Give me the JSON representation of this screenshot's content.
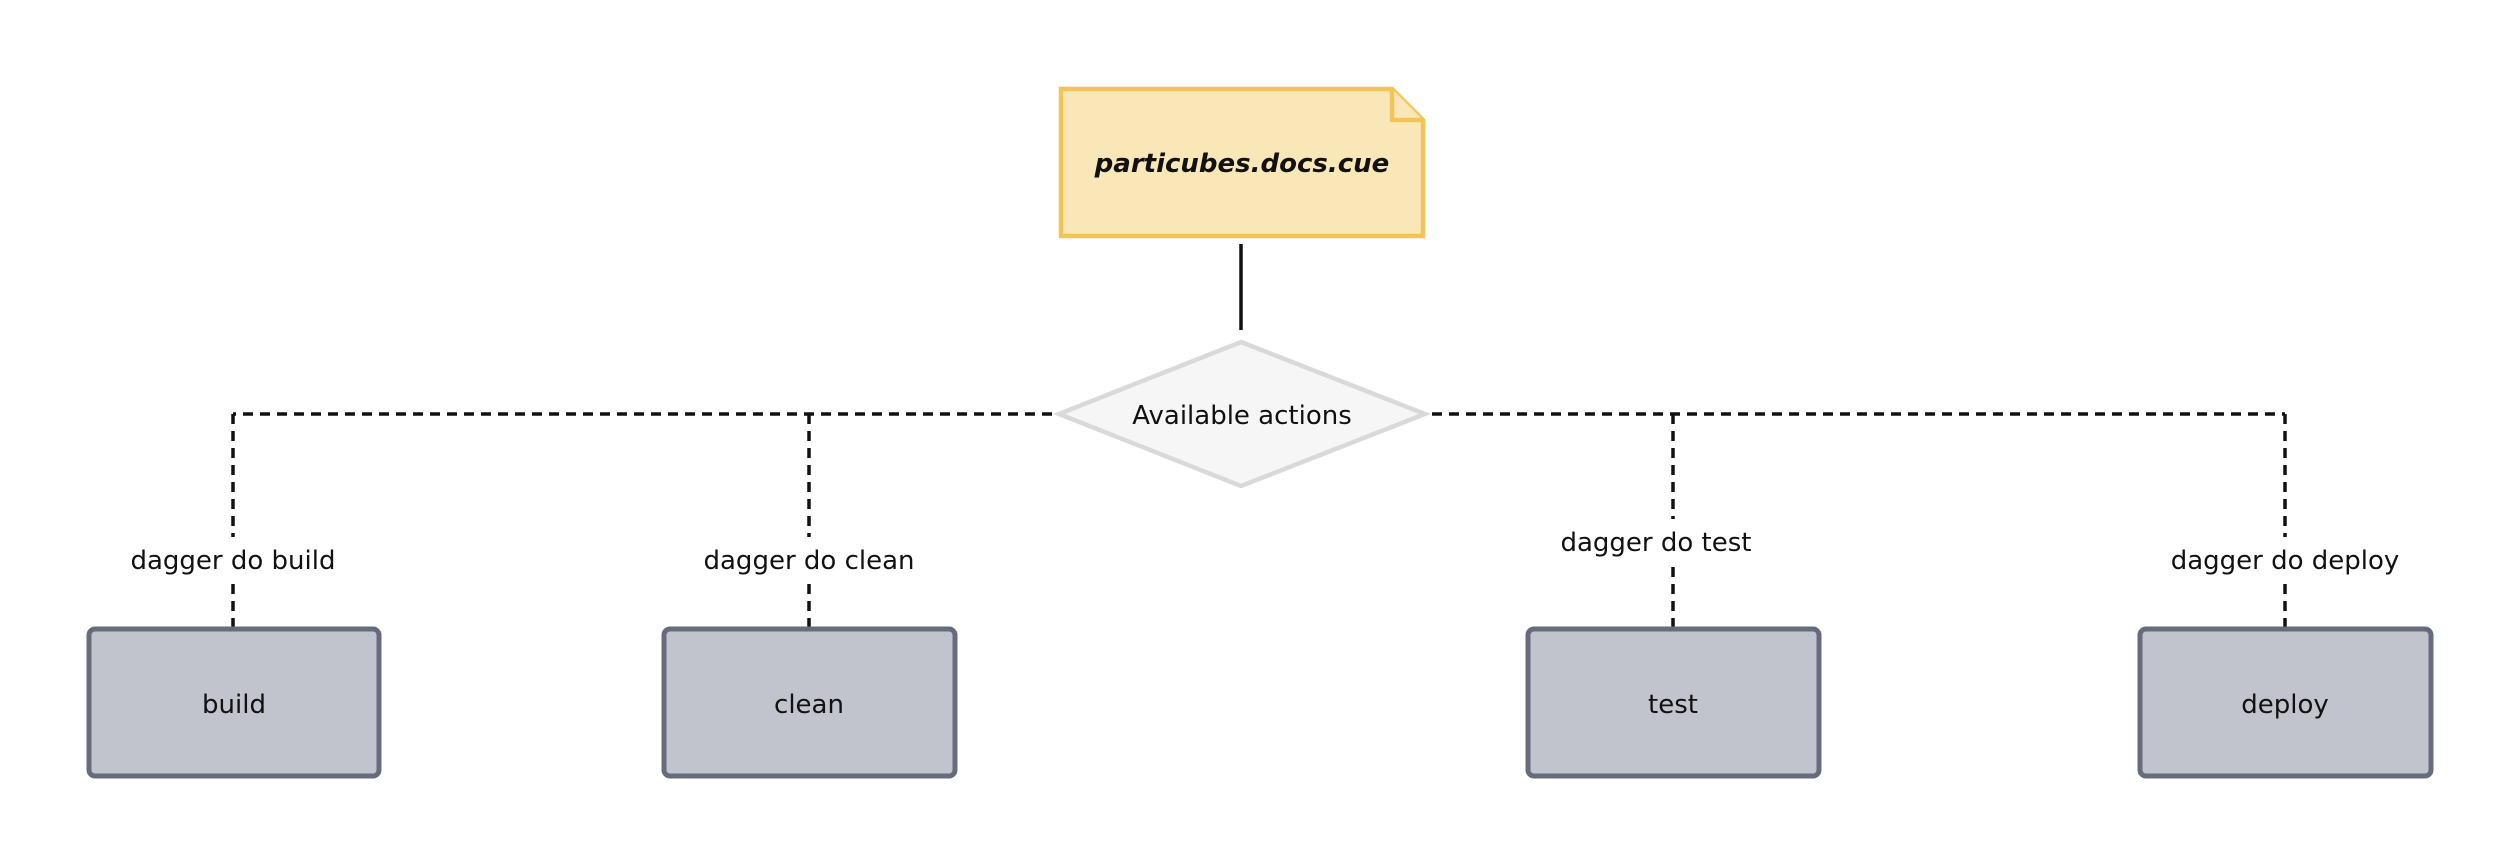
{
  "diagram": {
    "source_file": "particubes.docs.cue",
    "hub": "Available actions",
    "actions": [
      {
        "name": "build",
        "command": "dagger do build"
      },
      {
        "name": "clean",
        "command": "dagger do clean"
      },
      {
        "name": "test",
        "command": "dagger do test"
      },
      {
        "name": "deploy",
        "command": "dagger do deploy"
      }
    ]
  },
  "colors": {
    "file_fill": "#fae7b8",
    "file_border": "#f2c457",
    "hub_fill": "#f6f6f6",
    "hub_border": "#d9d9d9",
    "action_fill": "#c1c4cc",
    "action_border": "#676c7d",
    "edge": "#111111"
  }
}
